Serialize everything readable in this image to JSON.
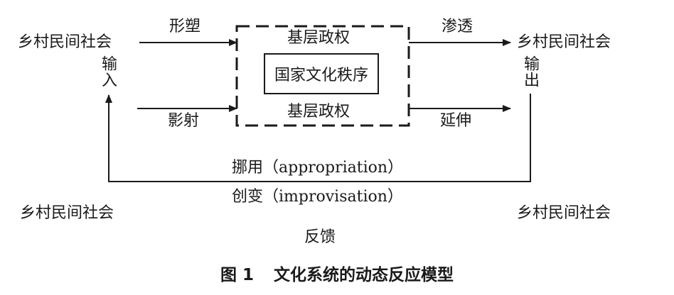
{
  "nodes": {
    "left_top": "乡村民间社会",
    "right_top": "乡村民间社会",
    "left_bottom": "乡村民间社会",
    "right_bottom": "乡村民间社会",
    "grassroots_top": "基层政权",
    "grassroots_bottom": "基层政权",
    "national_order": "国家文化秩序"
  },
  "edges": {
    "shaping": "形塑",
    "influence": "影射",
    "permeation": "渗透",
    "extension": "延伸",
    "input": "输入",
    "output": "输出"
  },
  "loop": {
    "appropriation": "挪用（appropriation）",
    "improvisation": "创变（improvisation）",
    "feedback": "反馈"
  },
  "caption": {
    "number": "图 1",
    "title": "文化系统的动态反应模型"
  },
  "colors": {
    "ink": "#1a1a1a",
    "background": "#ffffff"
  }
}
